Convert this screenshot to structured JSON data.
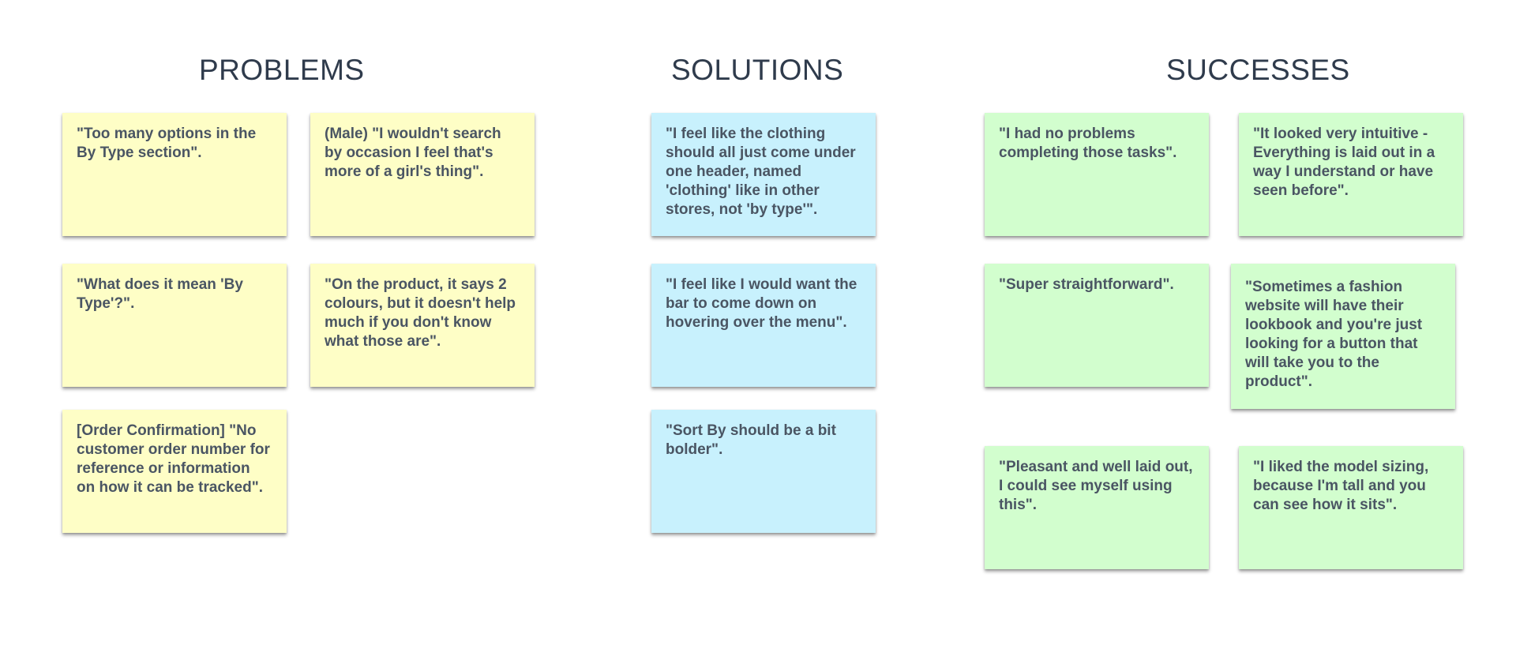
{
  "columns": {
    "problems": {
      "title": "PROBLEMS",
      "color": "#fefec6"
    },
    "solutions": {
      "title": "SOLUTIONS",
      "color": "#c8f1fd"
    },
    "successes": {
      "title": "SUCCESSES",
      "color": "#d2fece"
    }
  },
  "notes": {
    "problems": [
      "\"Too many options in the By Type section\".",
      "(Male) \"I wouldn't search by occasion I feel that's more of a girl's thing\".",
      "\"What does it mean 'By Type'?\".",
      "\"On the product, it says 2 colours, but it doesn't help much if you don't know what those are\".",
      "[Order Confirmation] \"No customer order number for reference or information on how it can be tracked\"."
    ],
    "solutions": [
      "\"I feel like the clothing should all just come under one header, named 'clothing' like in other stores, not 'by type'\".",
      "\"I feel like I would want the bar to come down on hovering over the menu\".",
      "\"Sort By should be a bit bolder\"."
    ],
    "successes": [
      "\"I had no problems completing those tasks\".",
      "\"It looked very intuitive - Everything is laid out in a way I understand or have seen before\".",
      "\"Super straightforward\".",
      "\"Sometimes a fashion website will have their lookbook and you're just looking for a button that will take you to the product\".",
      "\"Pleasant and well laid out, I could see myself using this\".",
      "\"I liked the model sizing, because I'm tall and you can see how it sits\"."
    ]
  }
}
